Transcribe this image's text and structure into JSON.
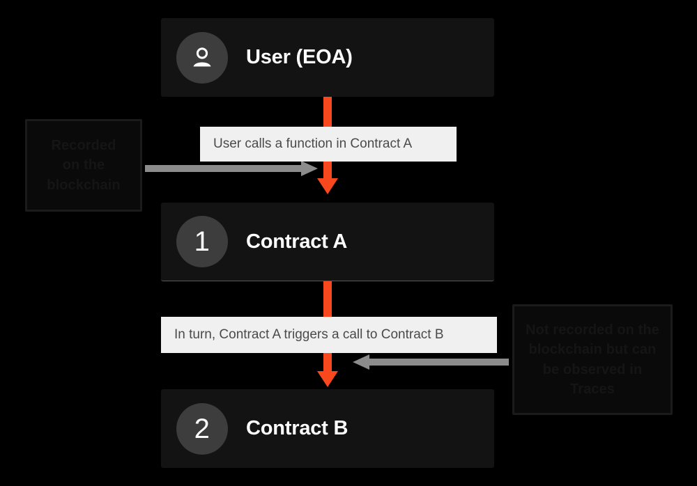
{
  "diagram": {
    "background_color": "#000000",
    "accent_color": "#f9481e",
    "node_color": "#131313",
    "chip_color": "#f0f0f0",
    "annotation_arrow_color": "#8c8c8c",
    "nodes": [
      {
        "id": "user",
        "badge": "",
        "badge_icon": "person-icon",
        "title": "User (EOA)"
      },
      {
        "id": "contract-a",
        "badge": "1",
        "badge_icon": "",
        "title": "Contract A"
      },
      {
        "id": "contract-b",
        "badge": "2",
        "badge_icon": "",
        "title": "Contract B"
      }
    ],
    "edge_labels": [
      {
        "id": "edge-1",
        "text": "User calls a function in Contract A"
      },
      {
        "id": "edge-2",
        "text": "In turn, Contract A triggers a call to Contract B"
      }
    ],
    "callouts": [
      {
        "id": "callout-left",
        "lines": [
          "Recorded",
          "on the",
          "blockchain"
        ],
        "text": "Recorded on the blockchain"
      },
      {
        "id": "callout-right",
        "lines": [
          "Not recorded on the",
          "blockchain but can",
          "be observed in",
          "Traces"
        ],
        "text": "Not recorded on the blockchain but can be observed in Traces"
      }
    ]
  }
}
